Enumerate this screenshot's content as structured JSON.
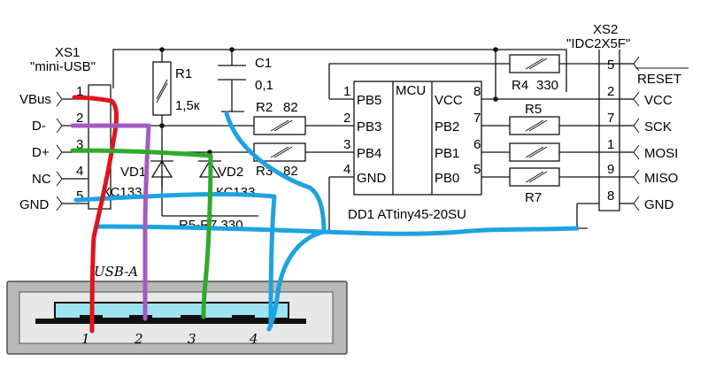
{
  "xs1": {
    "ref": "XS1",
    "name": "\"mini-USB\"",
    "pins": [
      {
        "num": "1",
        "label": "VBus"
      },
      {
        "num": "2",
        "label": "D-"
      },
      {
        "num": "3",
        "label": "D+"
      },
      {
        "num": "4",
        "label": "NC"
      },
      {
        "num": "5",
        "label": "GND"
      }
    ]
  },
  "xs2": {
    "ref": "XS2",
    "name": "\"IDC2X5F\"",
    "pins": [
      {
        "num": "5",
        "label": "RESET"
      },
      {
        "num": "2",
        "label": "VCC"
      },
      {
        "num": "7",
        "label": "SCK"
      },
      {
        "num": "1",
        "label": "MOSI"
      },
      {
        "num": "9",
        "label": "MISO"
      },
      {
        "num": "8",
        "label": "GND"
      }
    ]
  },
  "r1": {
    "ref": "R1",
    "value": "1,5к"
  },
  "c1": {
    "ref": "C1",
    "value": "0,1"
  },
  "r2": {
    "ref": "R2",
    "value": "82"
  },
  "r3": {
    "ref": "R3",
    "value": "82"
  },
  "r4": {
    "ref": "R4",
    "value": "330"
  },
  "r5": {
    "ref": "R5"
  },
  "r7": {
    "ref": "R7"
  },
  "vd1": {
    "ref": "VD1",
    "part": "КС133"
  },
  "vd2": {
    "ref": "VD2",
    "part": "КС133"
  },
  "resistor_note": "R5-R7 330",
  "mcu": {
    "title": "MCU",
    "name": "DD1 ATtiny45-20SU",
    "left_pins": [
      {
        "num": "1",
        "label": "PB5"
      },
      {
        "num": "2",
        "label": "PB3"
      },
      {
        "num": "3",
        "label": "PB4"
      },
      {
        "num": "4",
        "label": "GND"
      }
    ],
    "right_pins": [
      {
        "num": "8",
        "label": "VCC"
      },
      {
        "num": "7",
        "label": "PB2"
      },
      {
        "num": "6",
        "label": "PB1"
      },
      {
        "num": "5",
        "label": "PB0"
      }
    ]
  },
  "usb_a": {
    "label": "USB-A",
    "pins": [
      "1",
      "2",
      "3",
      "4"
    ]
  },
  "colors": {
    "vbus": "#e0141e",
    "dminus": "#a35bc0",
    "dplus": "#2eab2e",
    "gnd": "#1ea3e0"
  }
}
